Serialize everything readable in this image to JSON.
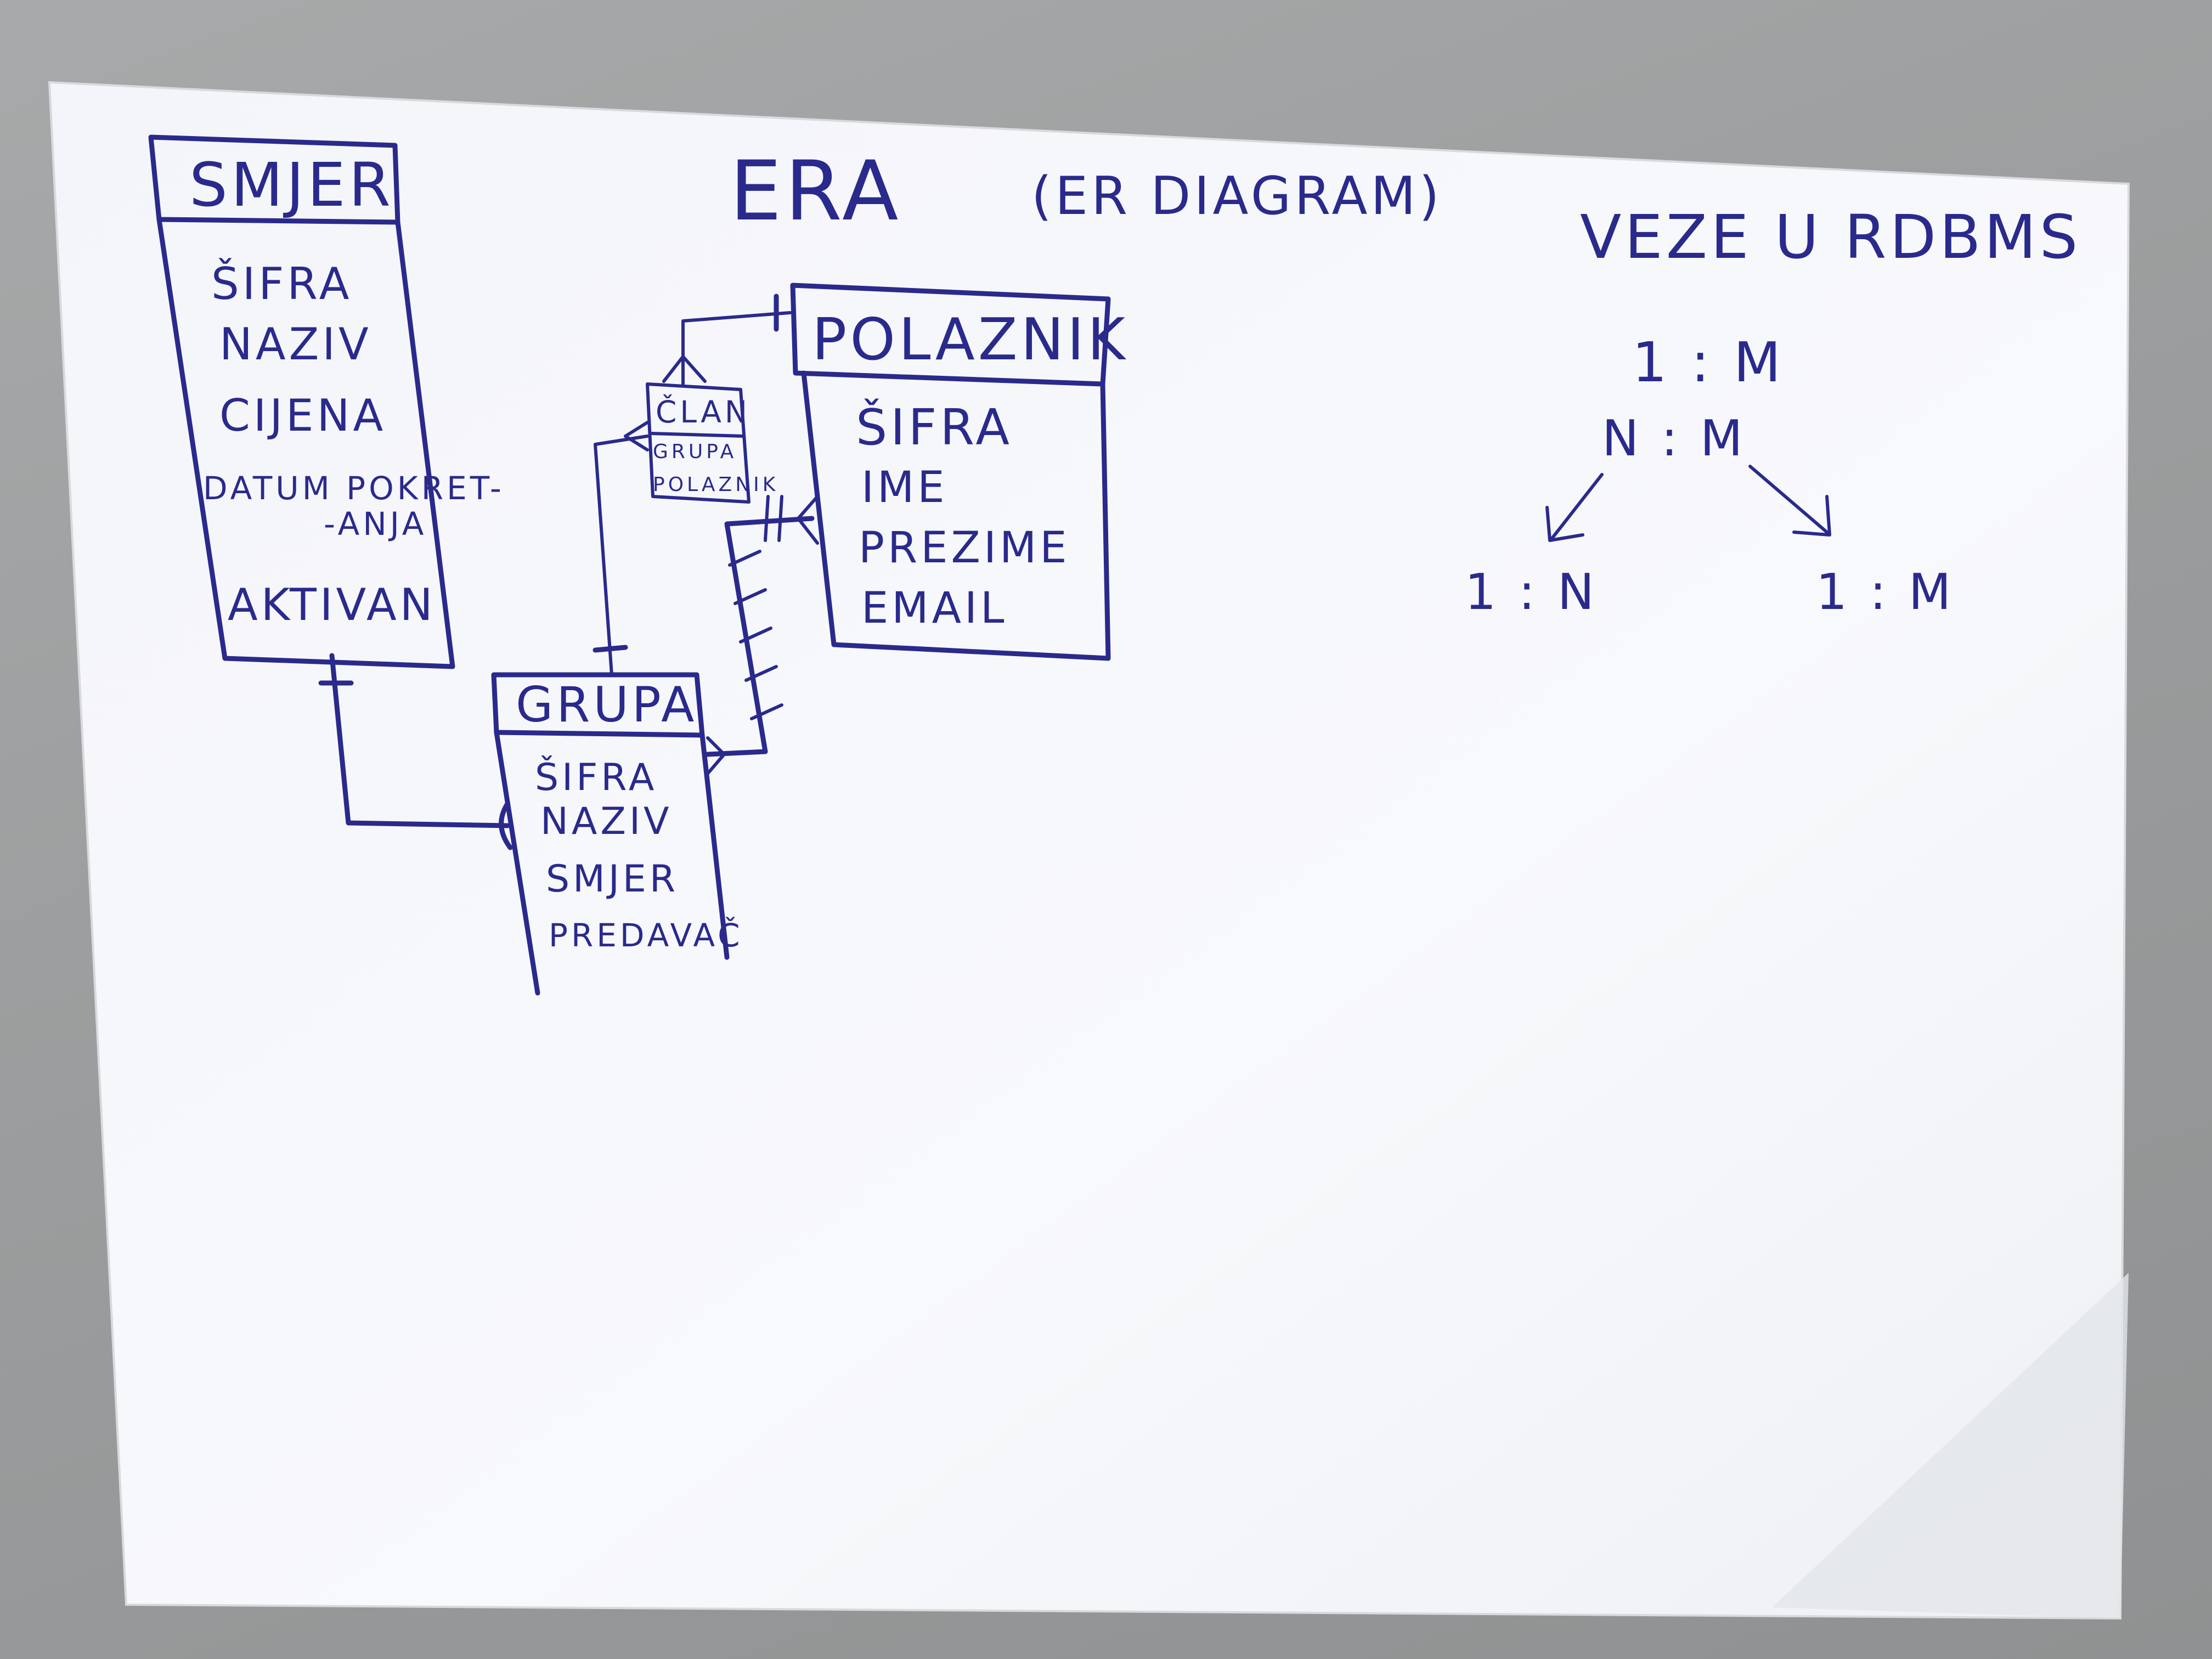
{
  "title": "ERA",
  "subtitle": "(ER DIAGRAM)",
  "entities": {
    "smjer": {
      "name": "SMJER",
      "attributes": [
        "ŠIFRA",
        "NAZIV",
        "CIJENA",
        "DATUM POKRET-",
        "-ANJA",
        "AKTIVAN"
      ]
    },
    "polaznik": {
      "name": "POLAZNIK",
      "attributes": [
        "ŠIFRA",
        "IME",
        "PREZIME",
        "EMAIL"
      ]
    },
    "grupa": {
      "name": "GRUPA",
      "attributes": [
        "ŠIFRA",
        "NAZIV",
        "SMJER",
        "PREDAVAČ"
      ]
    },
    "clan": {
      "name": "ČLAN",
      "attributes": [
        "GRUPA",
        "POLAZNIK"
      ]
    }
  },
  "relations_panel": {
    "title": "VEZE U RDBMS",
    "top": "1 : M",
    "middle": "N : M",
    "left": "1 : N",
    "right": "1 : M"
  },
  "colors": {
    "ink": "#2a2a8c",
    "paper": "#f7f8fb",
    "background": "#9c9e9f"
  }
}
